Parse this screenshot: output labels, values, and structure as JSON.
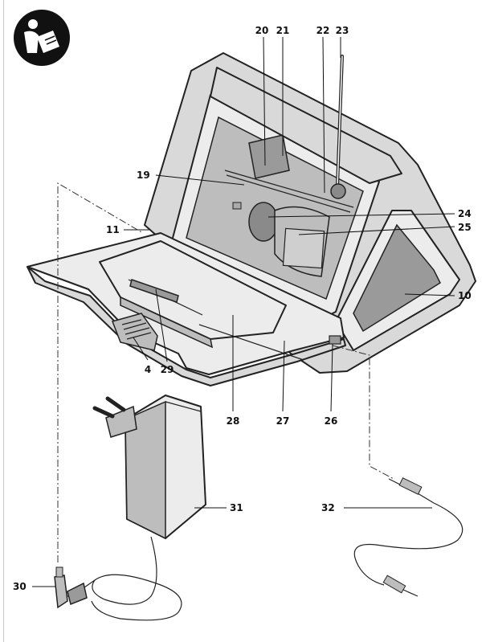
{
  "safety_icon": {
    "name": "read-manual-icon",
    "background": "#111111",
    "foreground": "#ffffff"
  },
  "callouts": [
    {
      "id": "c20",
      "label": "20"
    },
    {
      "id": "c21",
      "label": "21"
    },
    {
      "id": "c22",
      "label": "22"
    },
    {
      "id": "c23",
      "label": "23"
    },
    {
      "id": "c19",
      "label": "19"
    },
    {
      "id": "c24",
      "label": "24"
    },
    {
      "id": "c25",
      "label": "25"
    },
    {
      "id": "c11",
      "label": "11"
    },
    {
      "id": "c10",
      "label": "10"
    },
    {
      "id": "c4",
      "label": "4"
    },
    {
      "id": "c29",
      "label": "29"
    },
    {
      "id": "c28",
      "label": "28"
    },
    {
      "id": "c27",
      "label": "27"
    },
    {
      "id": "c26",
      "label": "26"
    },
    {
      "id": "c31",
      "label": "31"
    },
    {
      "id": "c32",
      "label": "32"
    },
    {
      "id": "c30",
      "label": "30"
    }
  ]
}
